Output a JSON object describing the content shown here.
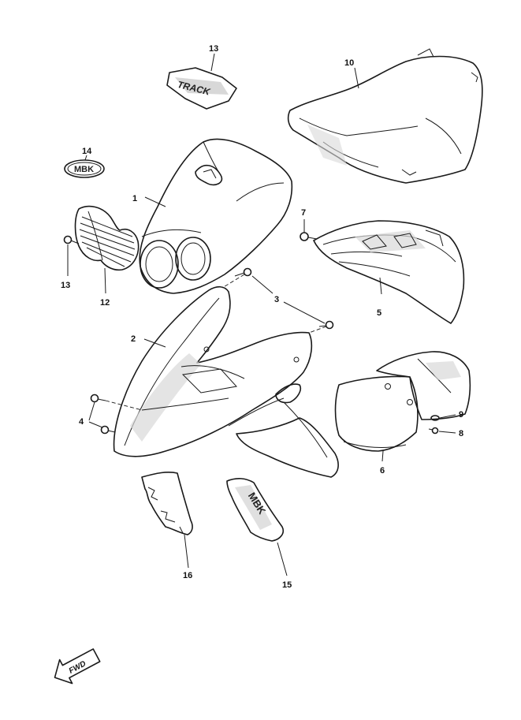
{
  "callouts": {
    "c1": "1",
    "c2": "2",
    "c3": "3",
    "c4": "4",
    "c5": "5",
    "c6": "6",
    "c7": "7",
    "c8": "8",
    "c9": "9",
    "c10": "10",
    "c12": "12",
    "c13a": "13",
    "c13b": "13",
    "c14": "14",
    "c15": "15",
    "c16": "16"
  },
  "emblems": {
    "badge_14": "MBK",
    "decal_13": "TRACK",
    "decal_15": "MBK",
    "fwd_arrow": "FWD"
  }
}
